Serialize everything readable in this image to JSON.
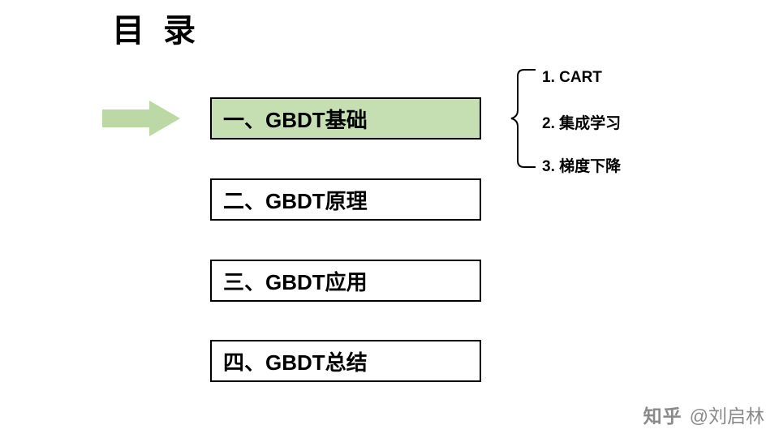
{
  "slide": {
    "title": "目 录",
    "accent_color": "#c5dfb3",
    "arrow_color": "#bcd9a5",
    "border_color": "#000000",
    "background": "#ffffff",
    "chapters": [
      {
        "label": "一、GBDT基础",
        "active": true
      },
      {
        "label": "二、GBDT原理",
        "active": false
      },
      {
        "label": "三、GBDT应用",
        "active": false
      },
      {
        "label": "四、GBDT总结",
        "active": false
      }
    ],
    "sub_items": [
      {
        "label": "1. CART"
      },
      {
        "label": "2. 集成学习"
      },
      {
        "label": "3. 梯度下降"
      }
    ]
  },
  "watermark": {
    "logo": "知乎",
    "user": "@刘启林",
    "color": "#8a8a8a"
  }
}
